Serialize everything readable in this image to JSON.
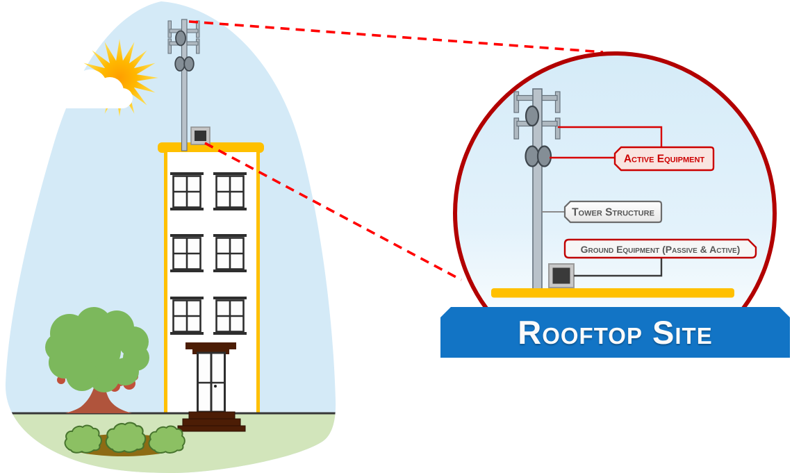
{
  "diagram": {
    "banner": {
      "title": "Rooftop Site"
    },
    "callouts": {
      "active_equipment": "Active Equipment",
      "tower_structure": "Tower Structure",
      "ground_equipment": "Ground Equipment (Passive & Active)"
    },
    "colors": {
      "banner_blue": "#1274C5",
      "magnifier_border_red": "#B20000",
      "callout_red": "#CC0000",
      "callout_red_fill": "#F9E4E0",
      "callout_gray_text": "#575757",
      "dashed_line_red": "#FF0000",
      "rooftop_yellow": "#FFC000",
      "sky_blue": "#D4EAF7",
      "grass_green": "#D2E5BB",
      "tree_green": "#7CB85C",
      "trunk_brown": "#B0543C",
      "door_brown": "#4C1D05"
    },
    "scene_icons": {
      "left": [
        "sun-icon",
        "cloud-icon",
        "cell-tower-icon",
        "rooftop-equipment-box-icon",
        "building-icon",
        "tree-icon",
        "bush-icon",
        "grass-ground"
      ],
      "right": [
        "magnified-rooftop-view",
        "cell-tower-icon",
        "antenna-icon",
        "ground-equipment-box-icon",
        "rooftop-slab"
      ]
    }
  }
}
